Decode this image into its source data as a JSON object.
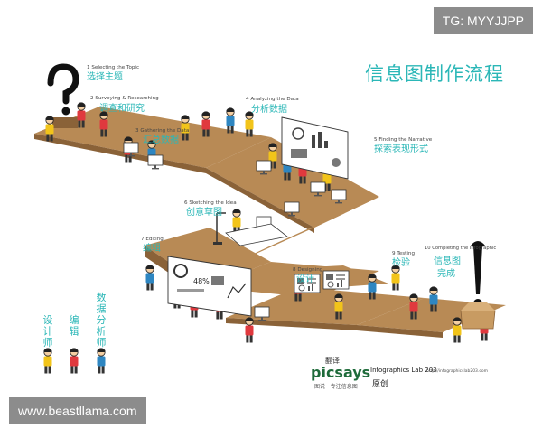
{
  "watermark_tg": "TG: MYYJJPP",
  "watermark_web": "www.beastllama.com",
  "title": "信息图制作流程",
  "steps": [
    {
      "en": "1 Selecting the Topic",
      "zh": "选择主题"
    },
    {
      "en": "2 Surveying & Researching",
      "zh": "调查和研究"
    },
    {
      "en": "3 Gathering the Data",
      "zh": "汇总数据"
    },
    {
      "en": "4 Analyzing the Data",
      "zh": "分析数据"
    },
    {
      "en": "5 Finding the Narrative",
      "zh": "探索表现形式"
    },
    {
      "en": "6 Sketching the Idea",
      "zh": "创意草图"
    },
    {
      "en": "7 Editing",
      "zh": "编辑"
    },
    {
      "en": "8 Designing",
      "zh": "设计"
    },
    {
      "en": "9 Testing",
      "zh": "检验"
    },
    {
      "en": "10 Completing the Infographic",
      "zh": "信息图完成"
    }
  ],
  "roles": [
    {
      "label": "设计师",
      "color": "#f2c41a"
    },
    {
      "label": "编辑",
      "color": "#e0393e"
    },
    {
      "label": "数据分析师",
      "color": "#2e86c1"
    }
  ],
  "credits": {
    "translate": "翻译",
    "logo": "picsays",
    "logo_sub": "图说 · 专注信息图",
    "lab": "Infographics Lab 203",
    "url": "http://infographicslab203.com",
    "original": "原创"
  },
  "screen_text": {
    "percent": "48%"
  },
  "colors": {
    "accent": "#2bb7b7",
    "desk": "#b88a55",
    "desk_dark": "#8a6238",
    "yellow": "#f2c41a",
    "red": "#e0393e",
    "blue": "#2e86c1"
  }
}
